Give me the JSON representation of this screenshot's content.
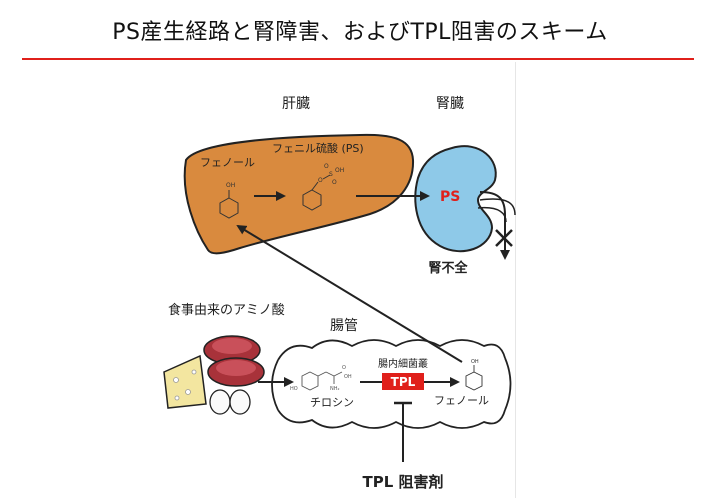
{
  "title": "PS産生経路と腎障害、およびTPL阻害のスキーム",
  "labels": {
    "liver": "肝臓",
    "kidney": "腎臓",
    "phenol_liver": "フェノール",
    "phenyl_sulfate": "フェニル硫酸 (PS)",
    "ps": "PS",
    "renal_failure": "腎不全",
    "dietary_amino_acids": "食事由来のアミノ酸",
    "intestine": "腸管",
    "gut_bacteria": "腸内細菌叢",
    "tyrosine": "チロシン",
    "tpl": "TPL",
    "phenol_gut": "フェノール",
    "tpl_inhibitor": "TPL 阻害剤"
  },
  "colors": {
    "accent_red": "#e0201b",
    "liver": "#d98a3e",
    "kidney": "#8ec9e8",
    "meat": "#a8323a",
    "cheese": "#f3e6a0"
  }
}
